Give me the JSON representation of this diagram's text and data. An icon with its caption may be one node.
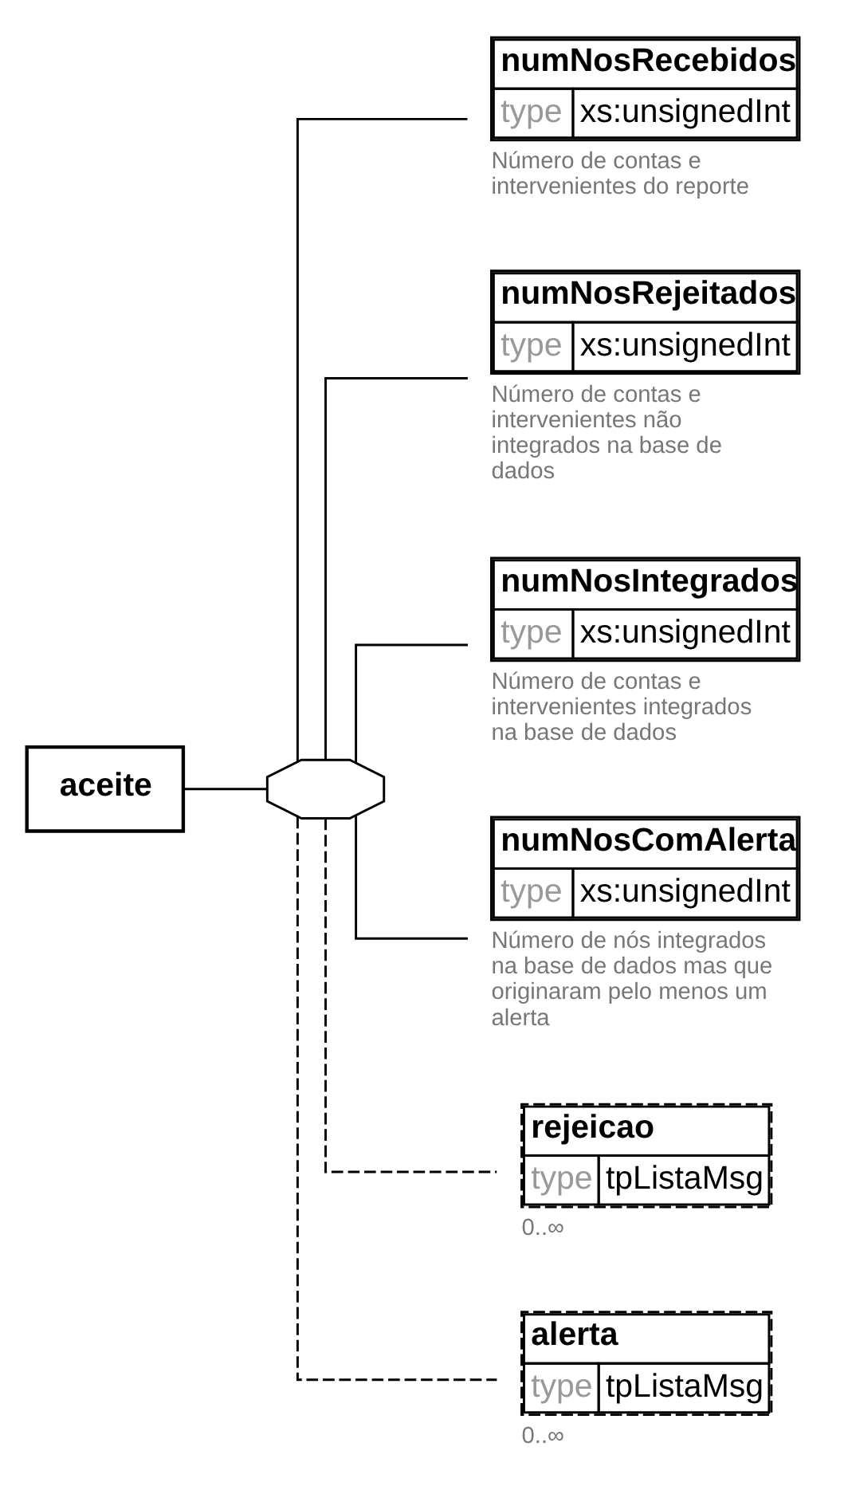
{
  "diagram": {
    "nodes": [
      {
        "text": [
          "aceite"
        ]
      },
      {
        "text": [],
        "shape": "octagon"
      },
      {
        "text": [
          "numNosRecebidos",
          "type",
          "xs:unsignedInt"
        ],
        "beside": [
          "Número de contas e intervenientes do reporte"
        ]
      },
      {
        "text": [
          "numNosRejeitados",
          "type",
          "xs:unsignedInt"
        ],
        "beside": [
          "Número de contas e intervenientes não integrados na base de dados"
        ]
      },
      {
        "text": [
          "numNosIntegrados",
          "type",
          "xs:unsignedInt"
        ],
        "beside": [
          "Número de contas e intervenientes integrados na base de dados"
        ]
      },
      {
        "text": [
          "numNosComAlerta",
          "type",
          "xs:unsignedInt"
        ],
        "beside": [
          "Número de nós integrados na base de dados mas que originaram pelo menos um alerta"
        ]
      },
      {
        "text": [
          "rejeicao",
          "type",
          "tpListaMsg"
        ],
        "beside": [
          "0..∞"
        ]
      },
      {
        "text": [
          "alerta",
          "type",
          "tpListaMsg"
        ],
        "beside": [
          "0..∞"
        ]
      }
    ],
    "edges": [
      {
        "from": 0,
        "to": 1,
        "arrow": "none"
      },
      {
        "from": 1,
        "to": 2,
        "arrow": "none"
      },
      {
        "from": 1,
        "to": 3,
        "arrow": "none"
      },
      {
        "from": 1,
        "to": 4,
        "arrow": "none"
      },
      {
        "from": 1,
        "to": 5,
        "arrow": "none"
      },
      {
        "from": 1,
        "to": 6,
        "arrow": "none",
        "style": "dashed"
      },
      {
        "from": 1,
        "to": 7,
        "arrow": "none",
        "style": "dashed"
      }
    ]
  }
}
